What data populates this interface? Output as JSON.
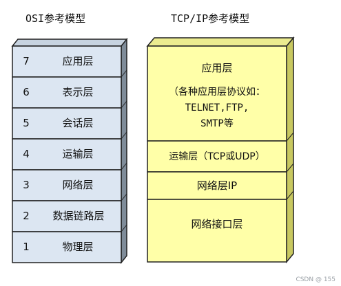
{
  "osi": {
    "title": "OSI参考模型",
    "layers": [
      {
        "num": "7",
        "name": "应用层"
      },
      {
        "num": "6",
        "name": "表示层"
      },
      {
        "num": "5",
        "name": "会话层"
      },
      {
        "num": "4",
        "name": "运输层"
      },
      {
        "num": "3",
        "name": "网络层"
      },
      {
        "num": "2",
        "name": "数据链路层"
      },
      {
        "num": "1",
        "name": "物理层"
      }
    ]
  },
  "tcp": {
    "title": "TCP/IP参考模型",
    "application": {
      "line1": "应用层",
      "line2": "（各种应用层协议如：",
      "line3": "TELNET,FTP,",
      "line4": "SMTP等"
    },
    "transport": "运输层（TCP或UDP）",
    "internet": "网络层IP",
    "network_interface": "网络接口层"
  },
  "watermark": "CSDN @ 155",
  "colors": {
    "osi_face": "#dce6f2",
    "osi_side": "#7f8c99",
    "tcp_face": "#ffffa8",
    "tcp_side": "#c8c860",
    "border": "#222222"
  }
}
